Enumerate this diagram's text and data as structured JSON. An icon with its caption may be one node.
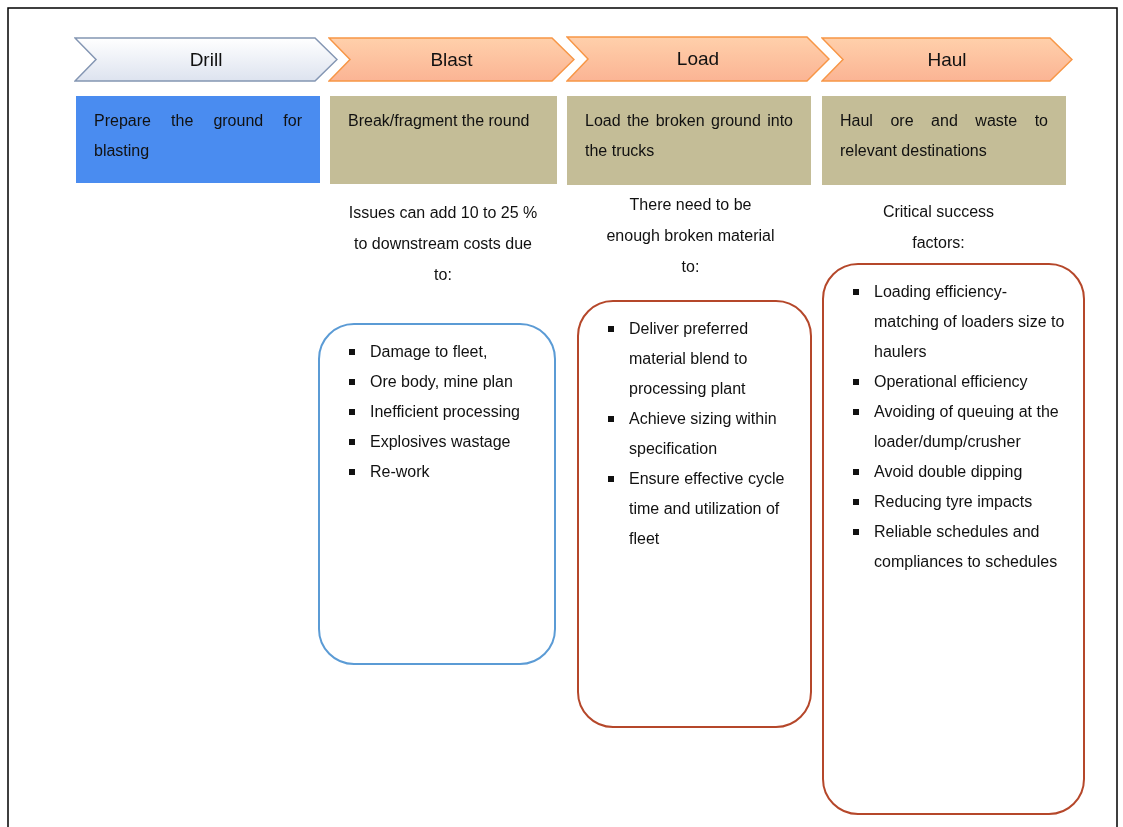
{
  "diagram": {
    "nodes": [
      {
        "text": [
          "Drill"
        ]
      },
      {
        "text": [
          "Blast"
        ]
      },
      {
        "text": [
          "Load"
        ]
      },
      {
        "text": [
          "Haul"
        ]
      },
      {
        "text": [
          "Prepare the ground for blasting"
        ]
      },
      {
        "text": [
          "Break/fragment the round"
        ]
      },
      {
        "text": [
          "Load the broken ground into the trucks"
        ]
      },
      {
        "text": [
          "Haul ore and waste to relevant destinations"
        ]
      },
      {
        "text": [
          "Damage to fleet,",
          "Ore body, mine plan",
          "Inefficient processing",
          "Explosives wastage",
          "Re-work"
        ]
      },
      {
        "text": [
          "Deliver preferred material blend to processing plant",
          "Achieve sizing within specification",
          "Ensure effective cycle time and utilization of fleet"
        ]
      },
      {
        "text": [
          "Loading efficiency- matching of loaders size to haulers",
          "Operational efficiency",
          "Avoiding of queuing at the loader/dump/crusher",
          "Avoid double dipping",
          "Reducing tyre impacts",
          "Reliable schedules and compliances to schedules"
        ]
      }
    ],
    "labels": [
      "Issues can add 10 to 25 % to downstream costs due to:",
      "There need to be enough broken material to:",
      "Critical success factors:"
    ]
  }
}
